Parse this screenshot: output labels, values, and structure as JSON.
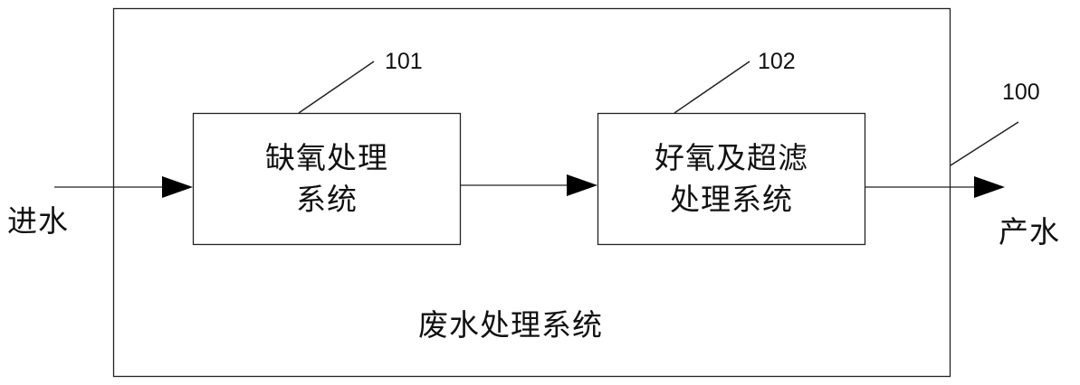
{
  "inlet_label": "进水",
  "outlet_label": "产水",
  "system": {
    "label": "废水处理系统",
    "ref": "100"
  },
  "anoxic_unit": {
    "line1": "缺氧处理",
    "line2": "系统",
    "ref": "101"
  },
  "aerobic_uf_unit": {
    "line1": "好氧及超滤",
    "line2": "处理系统",
    "ref": "102"
  }
}
